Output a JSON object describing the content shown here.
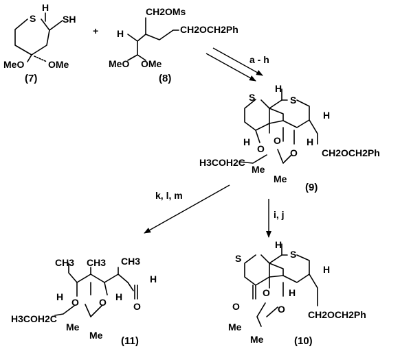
{
  "compounds": {
    "c7": {
      "number": "(7)",
      "labels": {
        "s": "S",
        "h": "H",
        "sh": "SH",
        "ome_left": "MeO",
        "ome_right": "OMe"
      }
    },
    "plus": "+",
    "c8": {
      "number": "(8)",
      "labels": {
        "ch2oms": "CH2OMs",
        "h": "H",
        "ch2och2ph": "CH2OCH2Ph",
        "meo": "MeO",
        "ome": "OMe"
      }
    },
    "c9": {
      "number": "(9)",
      "labels": {
        "s_left": "S",
        "h_top": "H",
        "s_right": "S",
        "h_right": "H",
        "h_left": "H",
        "o_left": "O",
        "o_center": "O",
        "o_right": "O",
        "h_mid": "H",
        "ch2och2ph": "CH2OCH2Ph",
        "h3coh2c": "H3COH2C",
        "me1": "Me",
        "me2": "Me"
      }
    },
    "c10": {
      "number": "(10)",
      "labels": {
        "h_top": "H",
        "s_left": "S",
        "s_right": "S",
        "h_right": "H",
        "o_ketone": "O",
        "o_center": "O",
        "o_right": "O",
        "h_mid": "H",
        "ch2och2ph": "CH2OCH2Ph",
        "me1": "Me",
        "me2": "Me"
      }
    },
    "c11": {
      "number": "(11)",
      "labels": {
        "ch3_1": "CH3",
        "ch3_2": "CH3",
        "ch3_3": "CH3",
        "h_ald": "H",
        "o_ald": "O",
        "h_left": "H",
        "o_left": "O",
        "o_right": "O",
        "h_right": "H",
        "h3coh2c": "H3COH2C",
        "me1": "Me",
        "me2": "Me"
      }
    }
  },
  "conditions": {
    "a_h": "a - h",
    "i_j": "i, j",
    "k_l_m": "k, l, m"
  }
}
